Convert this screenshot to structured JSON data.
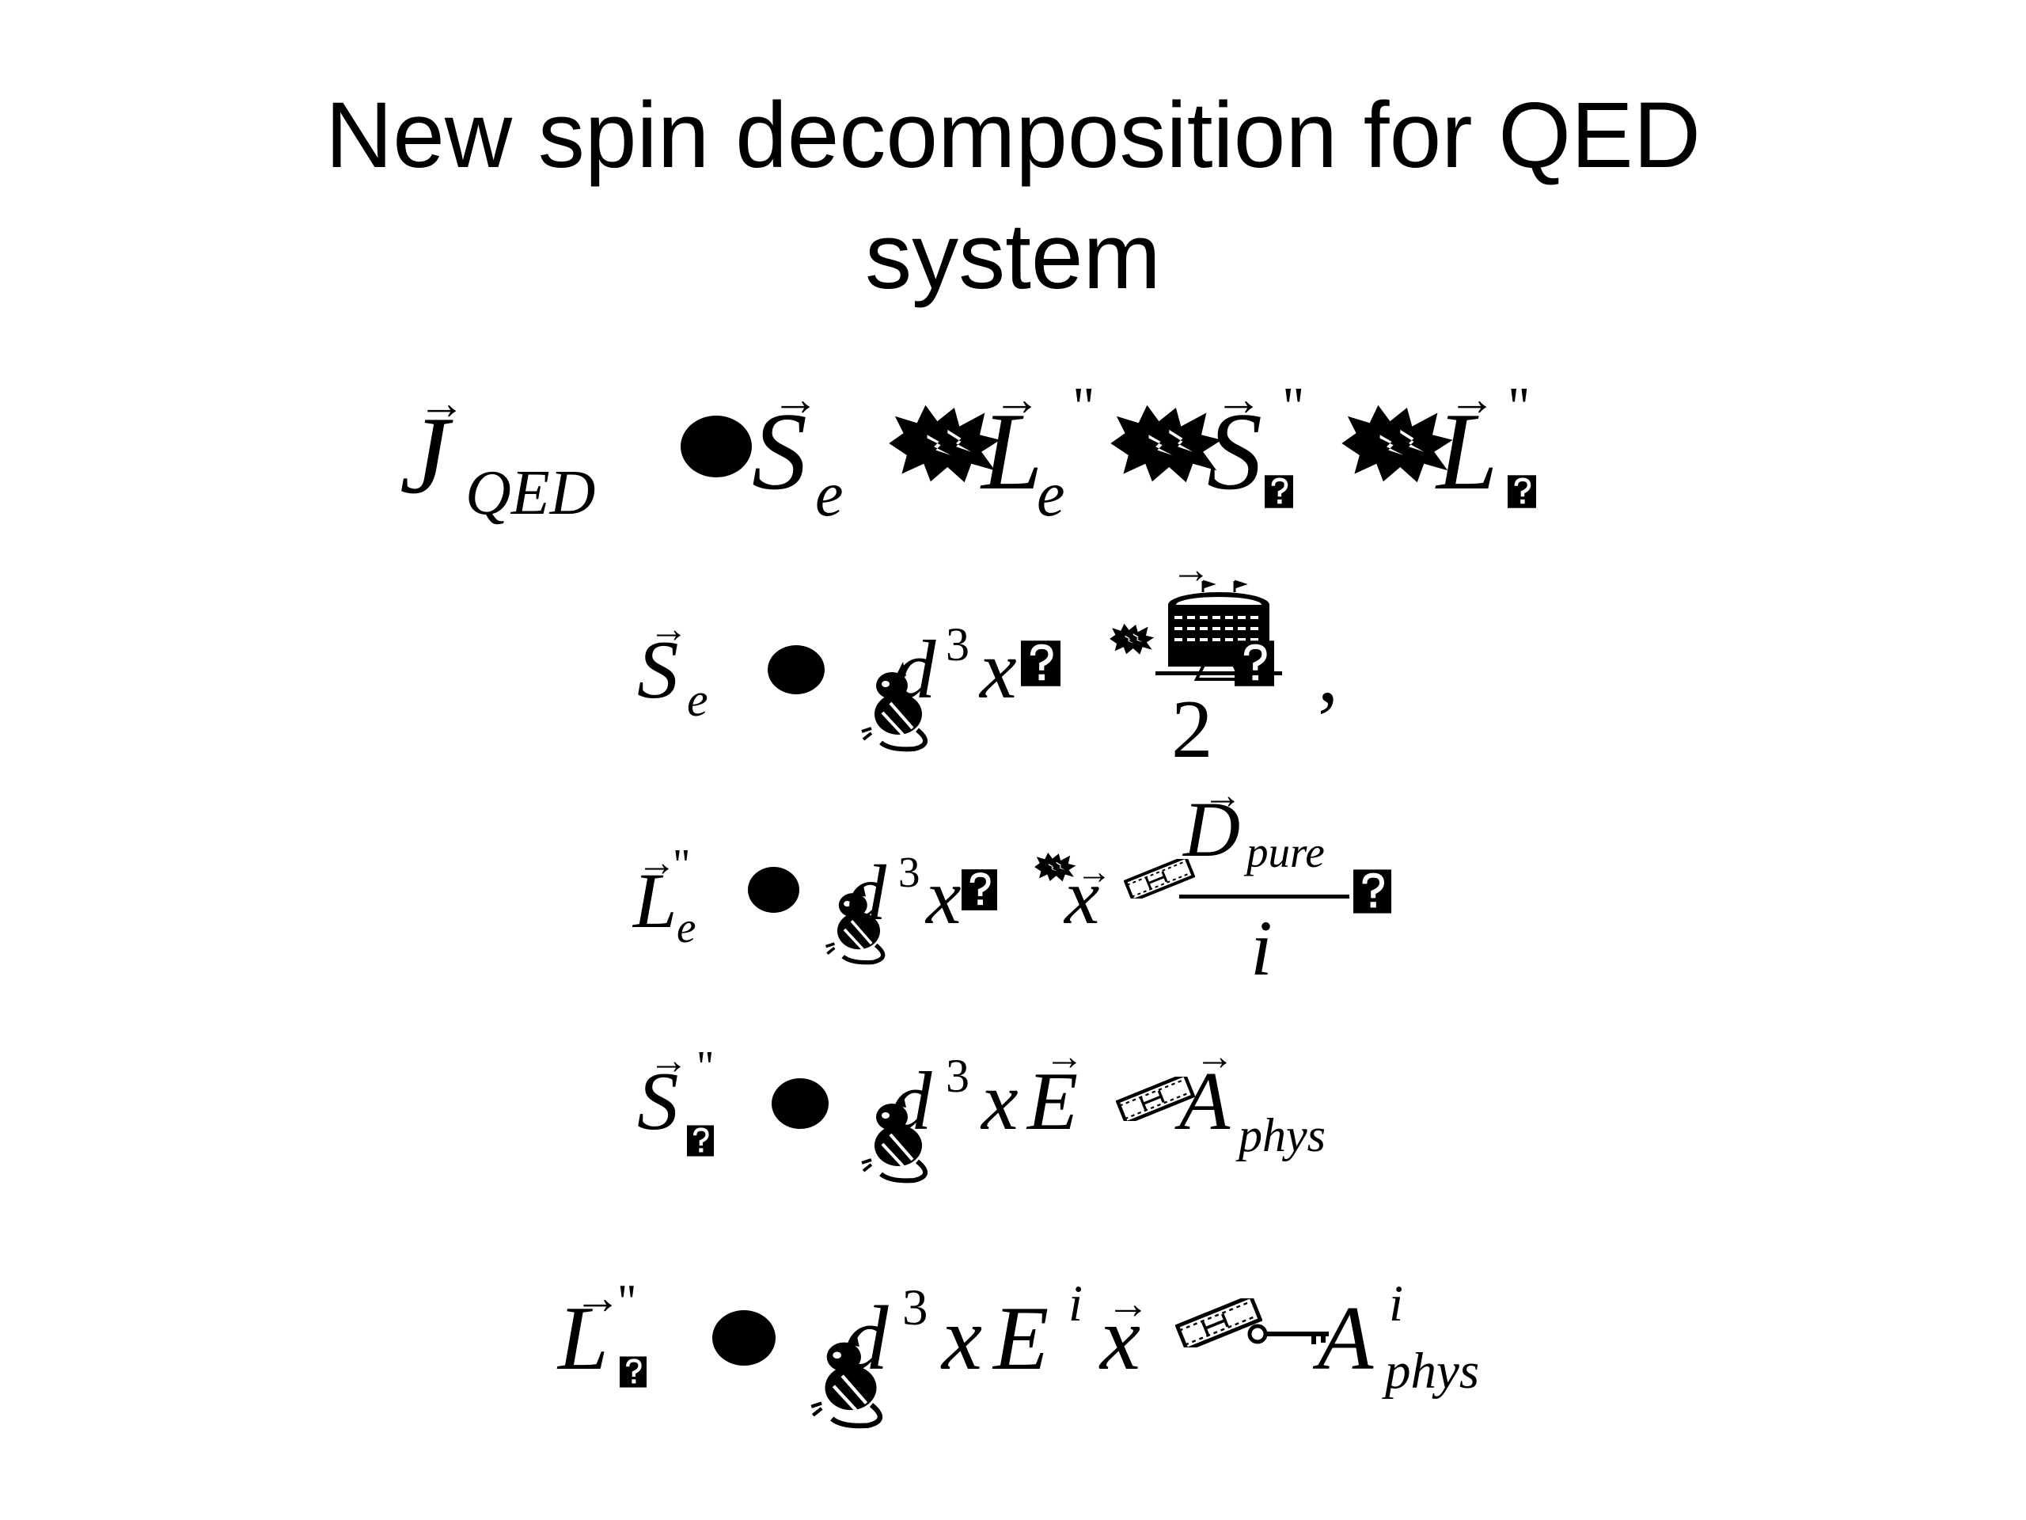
{
  "slide": {
    "title_line1": "New spin decomposition for QED",
    "title_line2": "system"
  },
  "eq1": {
    "lhs": "J",
    "lhs_sub": "QED",
    "t1": "S",
    "t1_sub": "e",
    "t2": "L",
    "t2_sub": "e",
    "t2_mark": "\"",
    "t3": "S",
    "t3_mark": "\"",
    "t4": "L",
    "t4_mark": "\""
  },
  "eq2": {
    "lhs": "S",
    "lhs_sub": "e",
    "integrand": "d",
    "power": "3",
    "var": "x",
    "denominator": "2",
    "trail": ","
  },
  "eq3": {
    "lhs": "L",
    "lhs_sub": "e",
    "lhs_mark": "\"",
    "integrand": "d",
    "power": "3",
    "var": "x",
    "x_vec": "x",
    "numerator": "D",
    "numerator_sub": "pure",
    "denominator": "i"
  },
  "eq4": {
    "lhs": "S",
    "lhs_mark": "\"",
    "integrand": "d",
    "power": "3",
    "var": "x",
    "field": "E",
    "potential": "A",
    "potential_sub": "phys"
  },
  "eq5": {
    "lhs": "L",
    "lhs_mark": "\"",
    "integrand": "d",
    "power": "3",
    "var": "x",
    "field": "E",
    "field_sup": "i",
    "x_vec": "x",
    "potential": "A",
    "potential_sup": "i",
    "potential_sub": "phys"
  },
  "glyph_names": [
    "equals-dot-icon",
    "starburst-plus-icon",
    "chipmunk-integral-icon",
    "film-strip-cross-icon",
    "key-nabla-icon",
    "stadium-icon",
    "missing-glyph-box-icon"
  ]
}
